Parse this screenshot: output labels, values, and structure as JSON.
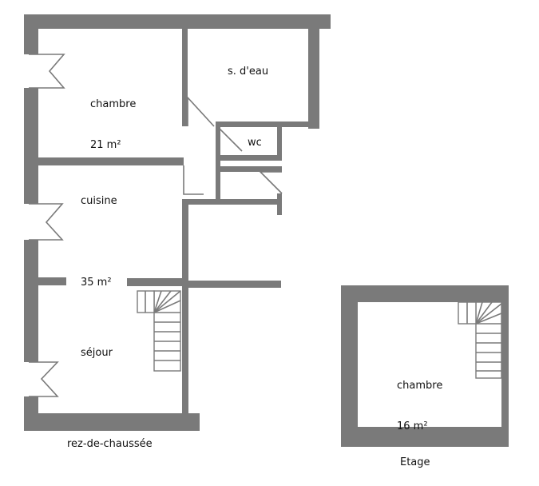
{
  "ground_floor": {
    "caption": "rez-de-chaussée",
    "rooms": {
      "chambre": {
        "name": "chambre",
        "area": "21 m²"
      },
      "salle_eau": {
        "name": "s. d'eau"
      },
      "wc": {
        "name": "wc"
      },
      "cuisine": {
        "name": "cuisine"
      },
      "sejour": {
        "area": "35 m²",
        "name": "séjour"
      }
    }
  },
  "upper_floor": {
    "caption": "Etage",
    "rooms": {
      "chambre": {
        "name": "chambre",
        "area": "16 m²"
      }
    }
  },
  "colors": {
    "wall": "#7a7a7a",
    "background": "#ffffff"
  }
}
